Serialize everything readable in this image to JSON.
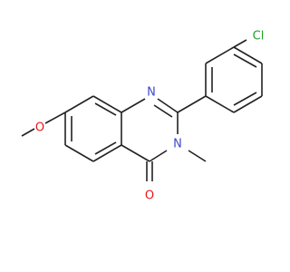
{
  "atoms": {
    "N1": {
      "label": "N",
      "color": "#3f48cc"
    },
    "N3": {
      "label": "N",
      "color": "#3f48cc"
    },
    "O_carbonyl": {
      "label": "O",
      "color": "#e8161b"
    },
    "O_methoxy": {
      "label": "O",
      "color": "#e8161b"
    },
    "Cl": {
      "label": "Cl",
      "color": "#1ea32a"
    }
  }
}
